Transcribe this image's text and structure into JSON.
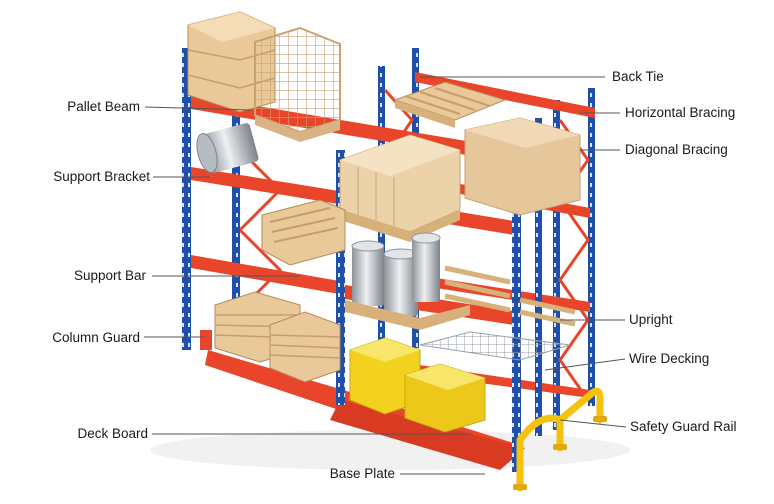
{
  "diagram": {
    "labels_left": [
      {
        "id": "pallet-beam",
        "text": "Pallet Beam"
      },
      {
        "id": "support-bracket",
        "text": "Support Bracket"
      },
      {
        "id": "support-bar",
        "text": "Support Bar"
      },
      {
        "id": "column-guard",
        "text": "Column Guard"
      },
      {
        "id": "deck-board",
        "text": "Deck Board"
      }
    ],
    "labels_right": [
      {
        "id": "back-tie",
        "text": "Back Tie"
      },
      {
        "id": "horizontal-bracing",
        "text": "Horizontal Bracing"
      },
      {
        "id": "diagonal-bracing",
        "text": "Diagonal Bracing"
      },
      {
        "id": "upright",
        "text": "Upright"
      },
      {
        "id": "wire-decking",
        "text": "Wire Decking"
      },
      {
        "id": "safety-guard-rail",
        "text": "Safety Guard Rail"
      }
    ],
    "labels_bottom": [
      {
        "id": "base-plate",
        "text": "Base Plate"
      }
    ],
    "colors": {
      "upright": "#1f4fa8",
      "beam": "#e8452a",
      "wood": "#e9c99a",
      "box": "#ecd2a8",
      "drum": "#c9ccd1",
      "yellow_box": "#f2d21e",
      "rail": "#f4c20d",
      "leader": "#555555"
    }
  }
}
